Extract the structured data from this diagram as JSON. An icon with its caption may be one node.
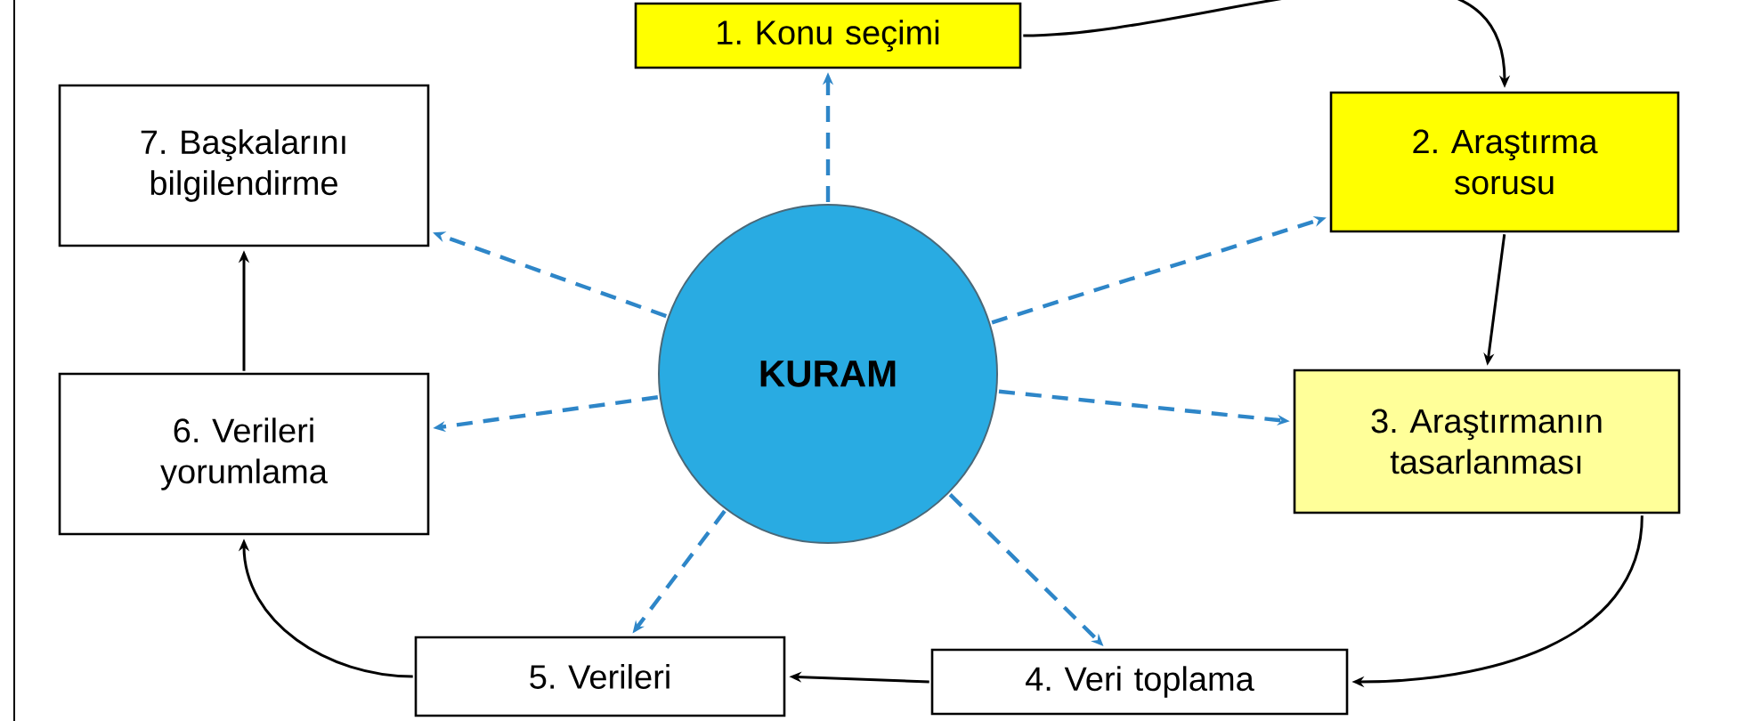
{
  "diagram": {
    "nodes": [
      {
        "text": [
          "KURAM"
        ]
      },
      {
        "text": [
          "1. Konu seçimi"
        ]
      },
      {
        "text": [
          "2. Araştırma sorusu"
        ]
      },
      {
        "text": [
          "3. Araştırmanın tasarlanması"
        ]
      },
      {
        "text": [
          "4. Veri toplama"
        ]
      },
      {
        "text": [
          "5. Verileri"
        ]
      },
      {
        "text": [
          "6. Verileri yorumlama"
        ]
      },
      {
        "text": [
          "7. Başkalarını bilgilendirme"
        ]
      }
    ],
    "edges": [
      {
        "from": 1,
        "to": 2,
        "arrow": "to",
        "color": "#000000"
      },
      {
        "from": 2,
        "to": 3,
        "arrow": "to",
        "color": "#000000"
      },
      {
        "from": 3,
        "to": 4,
        "arrow": "to",
        "color": "#000000"
      },
      {
        "from": 4,
        "to": 5,
        "arrow": "to",
        "color": "#000000"
      },
      {
        "from": 5,
        "to": 6,
        "arrow": "to",
        "color": "#000000"
      },
      {
        "from": 6,
        "to": 7,
        "arrow": "to",
        "color": "#000000"
      },
      {
        "from": 0,
        "to": 1,
        "arrow": "to",
        "style": "dashed",
        "color": "#2e86c8"
      },
      {
        "from": 0,
        "to": 2,
        "arrow": "to",
        "style": "dashed",
        "color": "#2e86c8"
      },
      {
        "from": 0,
        "to": 3,
        "arrow": "to",
        "style": "dashed",
        "color": "#2e86c8"
      },
      {
        "from": 0,
        "to": 4,
        "arrow": "to",
        "style": "dashed",
        "color": "#2e86c8"
      },
      {
        "from": 0,
        "to": 5,
        "arrow": "to",
        "style": "dashed",
        "color": "#2e86c8"
      },
      {
        "from": 0,
        "to": 6,
        "arrow": "to",
        "style": "dashed",
        "color": "#2e86c8"
      },
      {
        "from": 0,
        "to": 7,
        "arrow": "to",
        "style": "dashed",
        "color": "#2e86c8"
      }
    ]
  }
}
